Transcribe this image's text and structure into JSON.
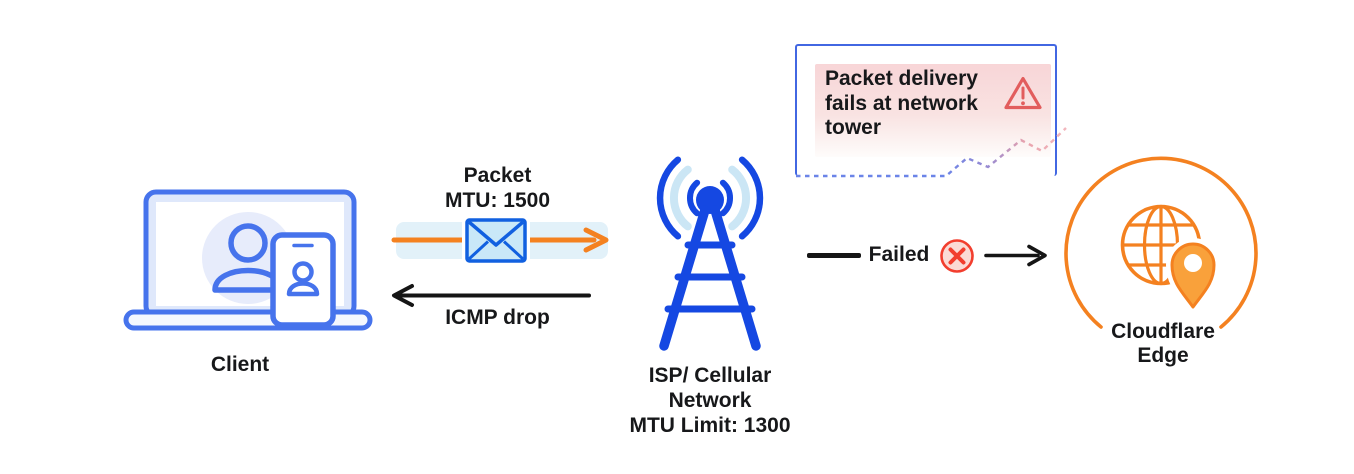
{
  "nodes": {
    "client": {
      "label": "Client",
      "icon": "laptop-phone-user-icon"
    },
    "network": {
      "line1": "ISP/ Cellular",
      "line2": "Network",
      "line3": "MTU Limit: 1300",
      "icon": "cell-tower-icon"
    },
    "cloudflare": {
      "label": "Cloudflare Edge",
      "icon": "globe-location-pin-icon"
    }
  },
  "flows": {
    "packet": {
      "label": "Packet",
      "mtu": "MTU: 1500",
      "icon": "envelope-icon",
      "direction": "right"
    },
    "icmp": {
      "label": "ICMP drop",
      "direction": "left"
    },
    "failed": {
      "label": "Failed",
      "icon": "circle-x-icon",
      "direction": "right"
    }
  },
  "callout": {
    "text": "Packet delivery fails at network tower",
    "icon": "warning-triangle-icon"
  },
  "colors": {
    "client_blue": "#4673EC",
    "tower_blue": "#1548E2",
    "envelope_blue": "#1160E0",
    "light_blue": "#CBE6F5",
    "band_blue": "#E2F1F9",
    "orange": "#F48120",
    "arrow_black": "#151515",
    "fail_red": "#F23E2E",
    "fail_fill": "#FBDBD5",
    "warning_red": "#E25D5D",
    "callout_border_blue": "#4267E2",
    "callout_pink": "#F8D5D7"
  }
}
